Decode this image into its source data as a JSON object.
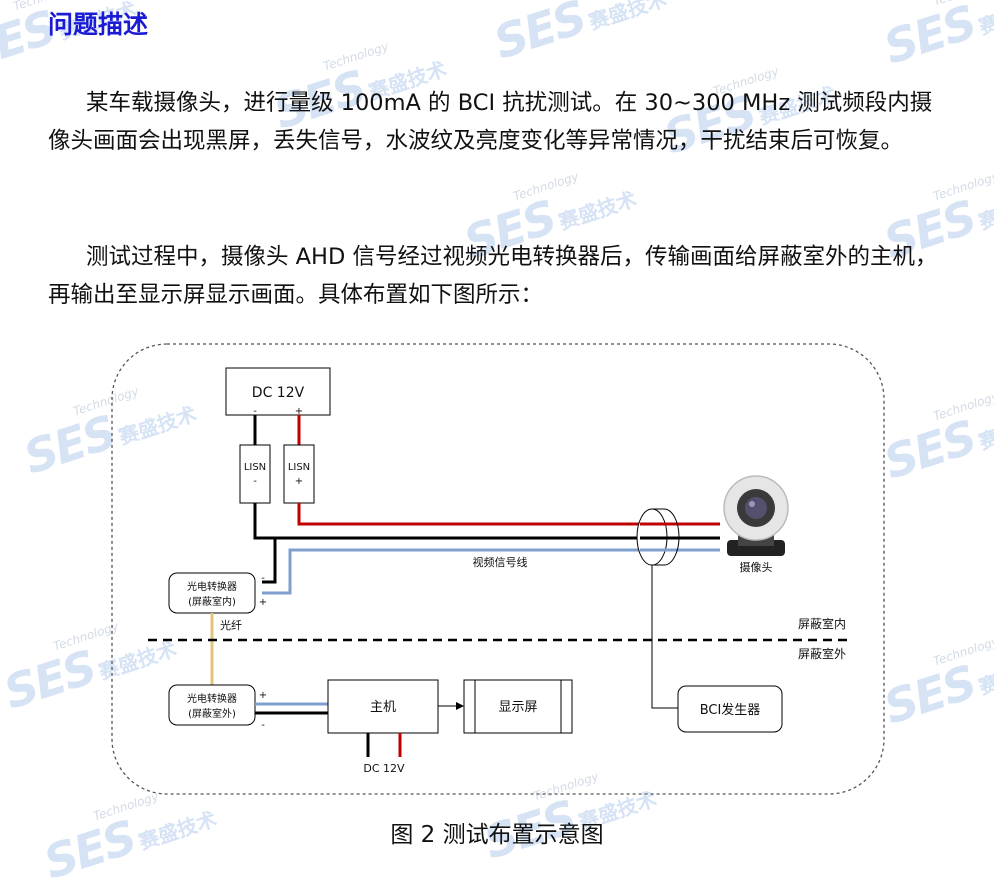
{
  "section_title": "问题描述",
  "paragraphs": [
    "某车载摄像头，进行量级 100mA 的 BCI 抗扰测试。在 30~300 MHz 测试频段内摄像头画面会出现黑屏，丢失信号，水波纹及亮度变化等异常情况，干扰结束后可恢复。",
    "测试过程中，摄像头 AHD 信号经过视频光电转换器后，传输画面给屏蔽室外的主机，再输出至显示屏显示画面。具体布置如下图所示："
  ],
  "watermark": {
    "logo": "SES",
    "tagline": "Technology",
    "cn": "赛盛技术"
  },
  "diagram": {
    "dc_top": {
      "label": "DC 12V",
      "minus": "-",
      "plus": "+"
    },
    "lisn_minus": {
      "line1": "LISN",
      "line2": "-"
    },
    "lisn_plus": {
      "line1": "LISN",
      "line2": "+"
    },
    "video_line_label": "视频信号线",
    "camera_label": "摄像头",
    "converter_in": {
      "line1": "光电转换器",
      "line2": "(屏蔽室内)",
      "minus": "-",
      "plus": "+"
    },
    "fiber_label": "光纤",
    "inside_label": "屏蔽室内",
    "outside_label": "屏蔽室外",
    "converter_out": {
      "line1": "光电转换器",
      "line2": "(屏蔽室外)",
      "plus": "+",
      "minus": "-"
    },
    "host_label": "主机",
    "display_label": "显示屏",
    "dc_bottom_label": "DC 12V",
    "bci_label": "BCI发生器",
    "colors": {
      "red": "#c00000",
      "blue": "#7f9fcf",
      "fiber": "#e2c47a",
      "black": "#000000"
    }
  },
  "caption": "图 2  测试布置示意图"
}
